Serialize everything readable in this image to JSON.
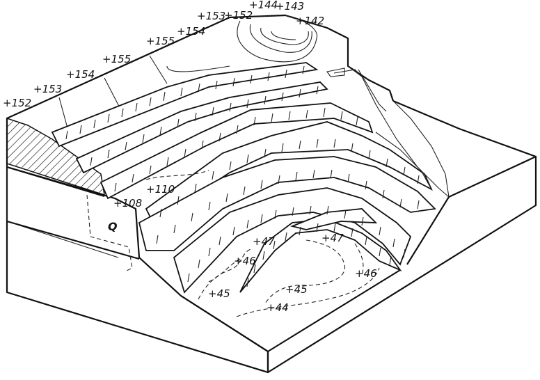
{
  "labels": {
    "top_edge": [
      "+152",
      "+153",
      "+154",
      "+155",
      "+155",
      "+154",
      "+153",
      "+152",
      "+144",
      "+143",
      "+142"
    ],
    "mid": [
      "+110",
      "+108"
    ],
    "bottom": [
      "+47",
      "+47",
      "+46",
      "+46",
      "+45",
      "+45",
      "+44"
    ],
    "deposit": "Q"
  },
  "colors": {
    "ink": "#111111",
    "paper": "#ffffff"
  }
}
